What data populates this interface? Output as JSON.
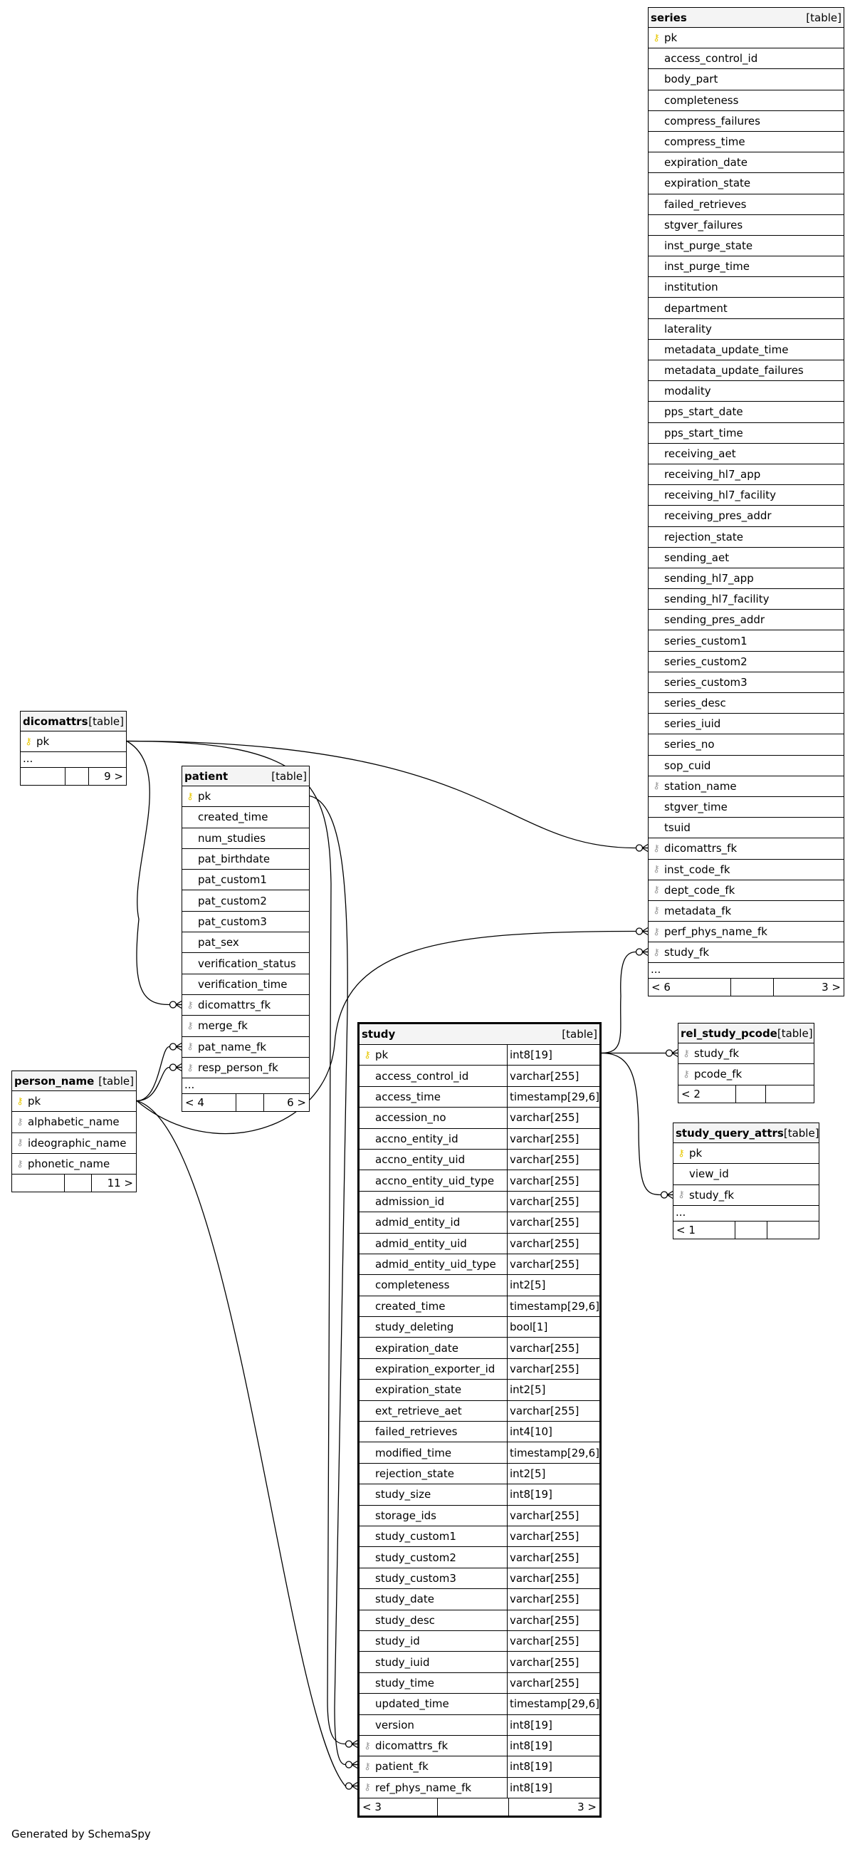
{
  "tables": {
    "series": {
      "name": "series",
      "kind": "[table]",
      "columns": [
        {
          "name": "pk",
          "key": "pk"
        },
        {
          "name": "access_control_id"
        },
        {
          "name": "body_part"
        },
        {
          "name": "completeness"
        },
        {
          "name": "compress_failures"
        },
        {
          "name": "compress_time"
        },
        {
          "name": "expiration_date"
        },
        {
          "name": "expiration_state"
        },
        {
          "name": "failed_retrieves"
        },
        {
          "name": "stgver_failures"
        },
        {
          "name": "inst_purge_state"
        },
        {
          "name": "inst_purge_time"
        },
        {
          "name": "institution"
        },
        {
          "name": "department"
        },
        {
          "name": "laterality"
        },
        {
          "name": "metadata_update_time"
        },
        {
          "name": "metadata_update_failures"
        },
        {
          "name": "modality"
        },
        {
          "name": "pps_start_date"
        },
        {
          "name": "pps_start_time"
        },
        {
          "name": "receiving_aet"
        },
        {
          "name": "receiving_hl7_app"
        },
        {
          "name": "receiving_hl7_facility"
        },
        {
          "name": "receiving_pres_addr"
        },
        {
          "name": "rejection_state"
        },
        {
          "name": "sending_aet"
        },
        {
          "name": "sending_hl7_app"
        },
        {
          "name": "sending_hl7_facility"
        },
        {
          "name": "sending_pres_addr"
        },
        {
          "name": "series_custom1"
        },
        {
          "name": "series_custom2"
        },
        {
          "name": "series_custom3"
        },
        {
          "name": "series_desc"
        },
        {
          "name": "series_iuid"
        },
        {
          "name": "series_no"
        },
        {
          "name": "sop_cuid"
        },
        {
          "name": "station_name",
          "key": "fk"
        },
        {
          "name": "stgver_time"
        },
        {
          "name": "tsuid"
        },
        {
          "name": "dicomattrs_fk",
          "key": "fk"
        },
        {
          "name": "inst_code_fk",
          "key": "fk"
        },
        {
          "name": "dept_code_fk",
          "key": "fk"
        },
        {
          "name": "metadata_fk",
          "key": "fk"
        },
        {
          "name": "perf_phys_name_fk",
          "key": "fk"
        },
        {
          "name": "study_fk",
          "key": "fk"
        }
      ],
      "ellipsis": "...",
      "foot_left": "< 6",
      "foot_mid": "",
      "foot_right": "3 >"
    },
    "dicomattrs": {
      "name": "dicomattrs",
      "kind": "[table]",
      "columns": [
        {
          "name": "pk",
          "key": "pk"
        }
      ],
      "ellipsis": "...",
      "foot_left": "",
      "foot_mid": "",
      "foot_right": "9 >"
    },
    "patient": {
      "name": "patient",
      "kind": "[table]",
      "columns": [
        {
          "name": "pk",
          "key": "pk"
        },
        {
          "name": "created_time"
        },
        {
          "name": "num_studies"
        },
        {
          "name": "pat_birthdate"
        },
        {
          "name": "pat_custom1"
        },
        {
          "name": "pat_custom2"
        },
        {
          "name": "pat_custom3"
        },
        {
          "name": "pat_sex"
        },
        {
          "name": "verification_status"
        },
        {
          "name": "verification_time"
        },
        {
          "name": "dicomattrs_fk",
          "key": "fk"
        },
        {
          "name": "merge_fk",
          "key": "fk"
        },
        {
          "name": "pat_name_fk",
          "key": "fk"
        },
        {
          "name": "resp_person_fk",
          "key": "fk"
        }
      ],
      "ellipsis": "...",
      "foot_left": "< 4",
      "foot_mid": "",
      "foot_right": "6 >"
    },
    "person_name": {
      "name": "person_name",
      "kind": "[table]",
      "columns": [
        {
          "name": "pk",
          "key": "pk"
        },
        {
          "name": "alphabetic_name",
          "key": "fk"
        },
        {
          "name": "ideographic_name",
          "key": "fk"
        },
        {
          "name": "phonetic_name",
          "key": "fk"
        }
      ],
      "ellipsis": null,
      "foot_left": "",
      "foot_mid": "",
      "foot_right": "11 >"
    },
    "study": {
      "name": "study",
      "kind": "[table]",
      "columns": [
        {
          "name": "pk",
          "key": "pk",
          "type": "int8[19]"
        },
        {
          "name": "access_control_id",
          "type": "varchar[255]"
        },
        {
          "name": "access_time",
          "type": "timestamp[29,6]"
        },
        {
          "name": "accession_no",
          "type": "varchar[255]"
        },
        {
          "name": "accno_entity_id",
          "type": "varchar[255]"
        },
        {
          "name": "accno_entity_uid",
          "type": "varchar[255]"
        },
        {
          "name": "accno_entity_uid_type",
          "type": "varchar[255]"
        },
        {
          "name": "admission_id",
          "type": "varchar[255]"
        },
        {
          "name": "admid_entity_id",
          "type": "varchar[255]"
        },
        {
          "name": "admid_entity_uid",
          "type": "varchar[255]"
        },
        {
          "name": "admid_entity_uid_type",
          "type": "varchar[255]"
        },
        {
          "name": "completeness",
          "type": "int2[5]"
        },
        {
          "name": "created_time",
          "type": "timestamp[29,6]"
        },
        {
          "name": "study_deleting",
          "type": "bool[1]"
        },
        {
          "name": "expiration_date",
          "type": "varchar[255]"
        },
        {
          "name": "expiration_exporter_id",
          "type": "varchar[255]"
        },
        {
          "name": "expiration_state",
          "type": "int2[5]"
        },
        {
          "name": "ext_retrieve_aet",
          "type": "varchar[255]"
        },
        {
          "name": "failed_retrieves",
          "type": "int4[10]"
        },
        {
          "name": "modified_time",
          "type": "timestamp[29,6]"
        },
        {
          "name": "rejection_state",
          "type": "int2[5]"
        },
        {
          "name": "study_size",
          "type": "int8[19]"
        },
        {
          "name": "storage_ids",
          "type": "varchar[255]"
        },
        {
          "name": "study_custom1",
          "type": "varchar[255]"
        },
        {
          "name": "study_custom2",
          "type": "varchar[255]"
        },
        {
          "name": "study_custom3",
          "type": "varchar[255]"
        },
        {
          "name": "study_date",
          "type": "varchar[255]"
        },
        {
          "name": "study_desc",
          "type": "varchar[255]"
        },
        {
          "name": "study_id",
          "type": "varchar[255]"
        },
        {
          "name": "study_iuid",
          "type": "varchar[255]"
        },
        {
          "name": "study_time",
          "type": "varchar[255]"
        },
        {
          "name": "updated_time",
          "type": "timestamp[29,6]"
        },
        {
          "name": "version",
          "type": "int8[19]"
        },
        {
          "name": "dicomattrs_fk",
          "key": "fk",
          "type": "int8[19]"
        },
        {
          "name": "patient_fk",
          "key": "fk",
          "type": "int8[19]"
        },
        {
          "name": "ref_phys_name_fk",
          "key": "fk",
          "type": "int8[19]"
        }
      ],
      "ellipsis": null,
      "foot_left": "< 3",
      "foot_mid": "",
      "foot_right": "3 >"
    },
    "rel_study_pcode": {
      "name": "rel_study_pcode",
      "kind": "[table]",
      "columns": [
        {
          "name": "study_fk",
          "key": "fk"
        },
        {
          "name": "pcode_fk",
          "key": "fk"
        }
      ],
      "ellipsis": null,
      "foot_left": "< 2",
      "foot_mid": "",
      "foot_right": ""
    },
    "study_query_attrs": {
      "name": "study_query_attrs",
      "kind": "[table]",
      "columns": [
        {
          "name": "pk",
          "key": "pk"
        },
        {
          "name": "view_id"
        },
        {
          "name": "study_fk",
          "key": "fk"
        }
      ],
      "ellipsis": "...",
      "foot_left": "< 1",
      "foot_mid": "",
      "foot_right": ""
    }
  },
  "footer_text": "Generated by SchemaSpy"
}
